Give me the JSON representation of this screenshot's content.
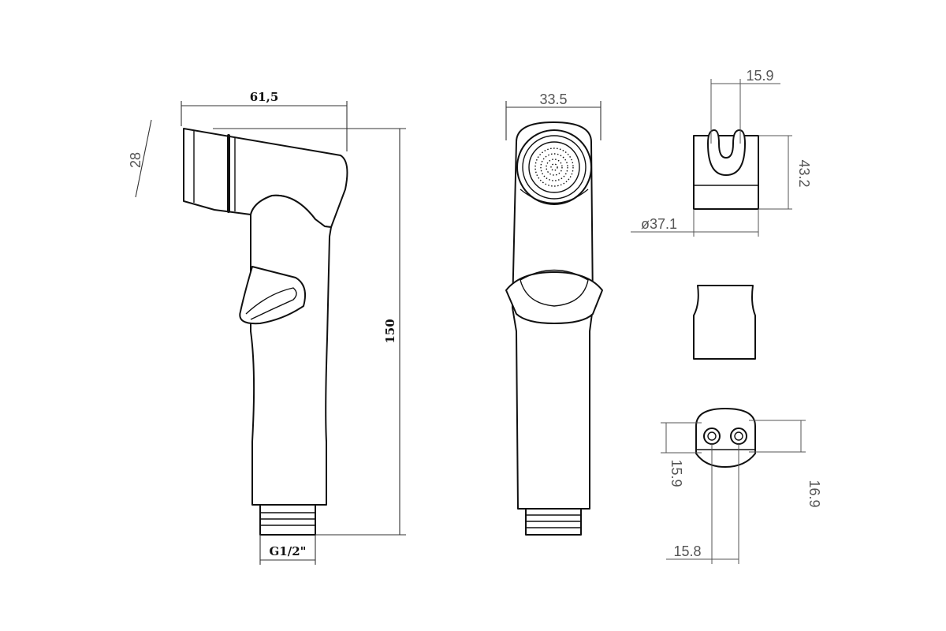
{
  "colors": {
    "line": "#111111",
    "dimension_light": "#555555",
    "background": "#ffffff"
  },
  "dimensions": {
    "side_width": "61,5",
    "side_height": "28",
    "total_height": "150",
    "thread": "G1/2\"",
    "front_width": "33.5",
    "holder_top_width": "15.9",
    "holder_height": "43.2",
    "holder_diameter": "ø37.1",
    "base_left_height": "15.9",
    "base_right_height": "16.9",
    "base_width": "15.8"
  }
}
